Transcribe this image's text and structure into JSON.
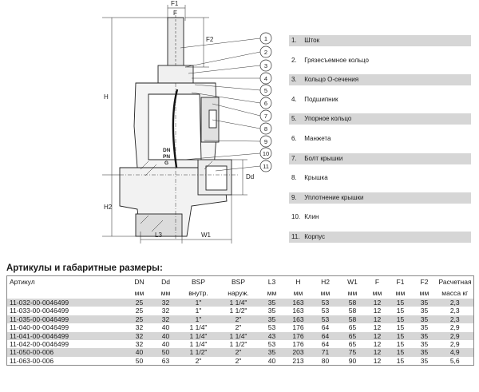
{
  "drawing": {
    "dim_labels": {
      "F1": "F1",
      "F": "F",
      "F2": "F2",
      "H": "H",
      "H2": "H2",
      "L3": "L3",
      "W1": "W1",
      "Dd": "Dd"
    },
    "body_marks": [
      "DN",
      "PN",
      "G"
    ],
    "callouts": [
      "1",
      "2",
      "3",
      "4",
      "5",
      "6",
      "7",
      "8",
      "9",
      "10",
      "11"
    ]
  },
  "legend": [
    {
      "num": "1.",
      "label": "Шток",
      "shaded": true
    },
    {
      "num": "2.",
      "label": "Грязесъемное кольцо",
      "shaded": false
    },
    {
      "num": "3.",
      "label": "Кольцо О-сечения",
      "shaded": true
    },
    {
      "num": "4.",
      "label": "Подшипник",
      "shaded": false
    },
    {
      "num": "5.",
      "label": "Упорное кольцо",
      "shaded": true
    },
    {
      "num": "6.",
      "label": "Манжета",
      "shaded": false
    },
    {
      "num": "7.",
      "label": "Болт крышки",
      "shaded": true
    },
    {
      "num": "8.",
      "label": "Крышка",
      "shaded": false
    },
    {
      "num": "9.",
      "label": "Уплотнение крышки",
      "shaded": true
    },
    {
      "num": "10.",
      "label": "Клин",
      "shaded": false
    },
    {
      "num": "11.",
      "label": "Корпус",
      "shaded": true
    }
  ],
  "section_title": "Артикулы и габаритные размеры:",
  "table": {
    "headers": [
      "Артикул",
      "DN",
      "Dd",
      "BSP",
      "BSP",
      "L3",
      "H",
      "H2",
      "W1",
      "F",
      "F1",
      "F2",
      "Расчетная"
    ],
    "units": [
      "",
      "мм",
      "мм",
      "внутр.",
      "наруж.",
      "мм",
      "мм",
      "мм",
      "мм",
      "мм",
      "мм",
      "мм",
      "масса кг"
    ],
    "rows": [
      {
        "shaded": true,
        "cells": [
          "11-032-00-0046499",
          "25",
          "32",
          "1\"",
          "1 1/4\"",
          "35",
          "163",
          "53",
          "58",
          "12",
          "15",
          "35",
          "2,3"
        ]
      },
      {
        "shaded": false,
        "cells": [
          "11-033-00-0046499",
          "25",
          "32",
          "1\"",
          "1 1/2\"",
          "35",
          "163",
          "53",
          "58",
          "12",
          "15",
          "35",
          "2,3"
        ]
      },
      {
        "shaded": true,
        "cells": [
          "11-035-00-0046499",
          "25",
          "32",
          "1\"",
          "2\"",
          "35",
          "163",
          "53",
          "58",
          "12",
          "15",
          "35",
          "2,3"
        ]
      },
      {
        "shaded": false,
        "cells": [
          "11-040-00-0046499",
          "32",
          "40",
          "1 1/4\"",
          "2\"",
          "53",
          "176",
          "64",
          "65",
          "12",
          "15",
          "35",
          "2,9"
        ]
      },
      {
        "shaded": true,
        "cells": [
          "11-041-00-0046499",
          "32",
          "40",
          "1 1/4\"",
          "1 1/4\"",
          "43",
          "176",
          "64",
          "65",
          "12",
          "15",
          "35",
          "2,9"
        ]
      },
      {
        "shaded": false,
        "cells": [
          "11-042-00-0046499",
          "32",
          "40",
          "1 1/4\"",
          "1 1/2\"",
          "53",
          "176",
          "64",
          "65",
          "12",
          "15",
          "35",
          "2,9"
        ]
      },
      {
        "shaded": true,
        "cells": [
          "11-050-00-006",
          "40",
          "50",
          "1 1/2\"",
          "2\"",
          "35",
          "203",
          "71",
          "75",
          "12",
          "15",
          "35",
          "4,9"
        ]
      },
      {
        "shaded": false,
        "cells": [
          "11-063-00-006",
          "50",
          "63",
          "2\"",
          "2\"",
          "40",
          "213",
          "80",
          "90",
          "12",
          "15",
          "35",
          "5,6"
        ]
      }
    ]
  }
}
